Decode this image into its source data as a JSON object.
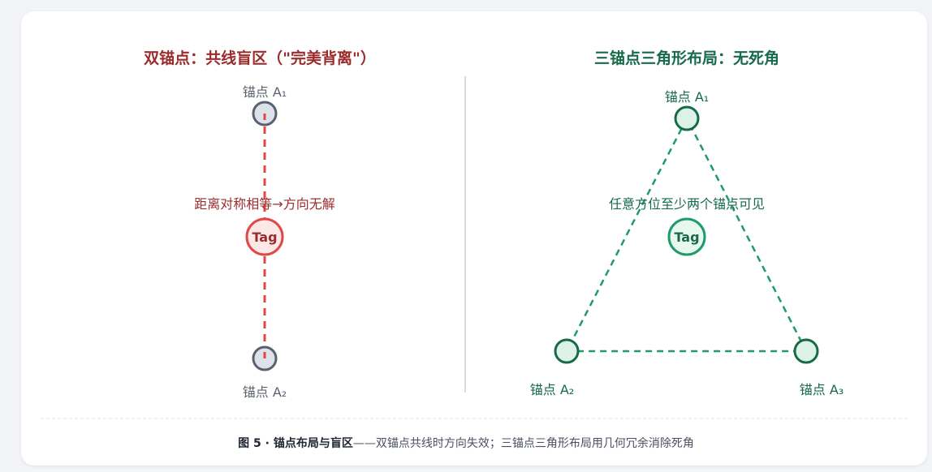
{
  "left_panel": {
    "title": "双锚点：共线盲区（\"完美背离\"）",
    "anchor_top_label": "锚点 A₁",
    "anchor_bottom_label": "锚点 A₂",
    "tag_label": "Tag",
    "note": "距离对称相等→方向无解",
    "line_color": "#e04848",
    "anchor_fill": "#dde1ea",
    "anchor_stroke": "#5a6070"
  },
  "right_panel": {
    "title": "三锚点三角形布局：无死角",
    "anchor_top_label": "锚点 A₁",
    "anchor_left_label": "锚点 A₂",
    "anchor_right_label": "锚点 A₃",
    "tag_label": "Tag",
    "note": "任意方位至少两个锚点可见",
    "line_color": "#1f9a6a",
    "anchor_fill": "#dcf2e7",
    "anchor_stroke": "#166a4b"
  },
  "caption": {
    "bold": "图 5 · 锚点布局与盲区",
    "text": "——双锚点共线时方向失效；三锚点三角形布局用几何冗余消除死角"
  }
}
